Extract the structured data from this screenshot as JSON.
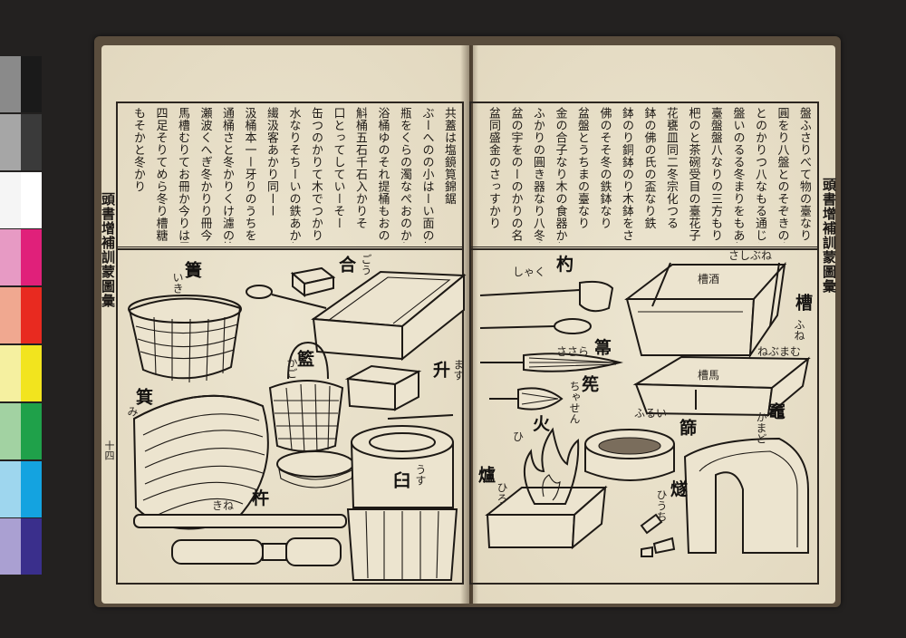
{
  "book": {
    "left_running_title": "頭書增補訓蒙圖彙",
    "left_page_number": "十四",
    "right_running_title": "頭書增補訓蒙圖彙"
  },
  "text_columns": {
    "left": [
      "共蓋は塩鏡筧錦鋸",
      "ぶーへのの小はーい面の奴",
      "瓶をくらの濁なぺおのかりば",
      "浴桶ゆのそれ提桶もおの",
      "斛桶五石千石入かりそ",
      "口とってしていーそー",
      "缶つのかりて木でつかり",
      "水なりそちーいの鉄あかりを",
      "繊汲客あかり同ーー",
      "汲桶本一ー牙りのうちをと",
      "通桶さと冬かりくけ濾の搗さ",
      "瀬波くへぎ冬かりり冊今ぇみ",
      "馬槽むりてお冊か今りは馬の",
      "四足そりてめら冬り槽糖ぞ",
      "もそかと冬かり"
    ],
    "right": [
      "盤ふさりべて物の臺なり",
      "圓をり八盤とのそぞきのゆ",
      "とのかりつ八なもる通じとく",
      "盤いのるる冬まりをもあり",
      "臺盤盤八なりの三方もり",
      "杷のと茶碗受目の臺花子",
      "花甕皿同二冬宗化つる",
      "鉢の佛の氏の盃なり鉄",
      "鉢のり銅鉢のり木鉢をさ",
      "佛のそそ冬の鉄鉢なり",
      "盆盤とうちまの臺なり",
      "金の合子なり木の食器かり",
      "ふかりの圓き器なり八冬きれ",
      "盆の宇をのーのかりの名",
      "盆同盛金のさっすかり"
    ]
  },
  "labels": {
    "basket": {
      "kanji": "簀",
      "reading": "いき"
    },
    "lidbox": {
      "kanji": "合",
      "reading": "ごう"
    },
    "masu": {
      "kanji": "升",
      "reading": "ます"
    },
    "kago": {
      "kanji": "籃",
      "reading": "かご"
    },
    "mi": {
      "kanji": "箕",
      "reading": "み"
    },
    "kine": {
      "kanji": "杵",
      "reading": "きね"
    },
    "usu": {
      "kanji": "臼",
      "reading": "うす"
    },
    "shaku": {
      "kanji": "杓",
      "reading": "しゃく"
    },
    "fune": {
      "kanji": "槽",
      "reading": "ふね"
    },
    "sashi": {
      "reading": "さしぶね"
    },
    "sasara": {
      "kanji": "箒",
      "reading": "ささら"
    },
    "chasen": {
      "kanji": "筅",
      "reading": "ちゃせん"
    },
    "furui": {
      "kanji": "篩",
      "reading": "ふるい"
    },
    "hi": {
      "kanji": "火",
      "reading": "ひ"
    },
    "kamado": {
      "kanji": "竈",
      "reading": "かまど"
    },
    "ro": {
      "kanji": "爐",
      "reading": "ひろ"
    },
    "hiuchi": {
      "kanji": "燧",
      "reading": "ひうち"
    },
    "tub1_inscription": "槽酒",
    "tub2_inscription": "槽馬",
    "bunehi": "ねぶまむ"
  },
  "colors": {
    "paper": "#e7dfc9",
    "ink": "#1d1915",
    "binding": "#5a4d3d",
    "background": "#232120"
  },
  "calibration_patches": [
    [
      "#8a8a8a",
      "#1a1a1a"
    ],
    [
      "#a6a6a6",
      "#3a3a3a"
    ],
    [
      "#f5f5f5",
      "#ffffff"
    ],
    [
      "#e79ac4",
      "#e0207a"
    ],
    [
      "#f0a890",
      "#e82a20"
    ],
    [
      "#f5f0a0",
      "#f2e41e"
    ],
    [
      "#a2d2a2",
      "#1fa14a"
    ],
    [
      "#9ed6ee",
      "#14a3e0"
    ],
    [
      "#aaa0d2",
      "#3a2f8c"
    ]
  ]
}
